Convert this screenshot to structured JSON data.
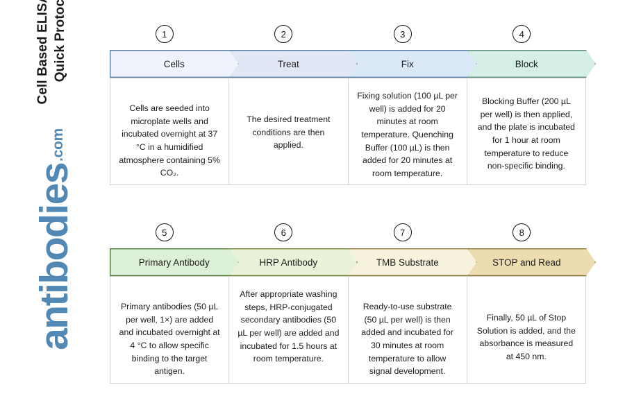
{
  "title": "Cell Based ELISA Kits\nQuick Protocol",
  "logo": {
    "word": "antibodies",
    "suffix": ".com",
    "color": "#5288b4"
  },
  "rows": [
    {
      "id": "row-1",
      "steps": [
        {
          "number": "1",
          "label": "Cells",
          "body": "Cells are seeded into microplate wells and incubated overnight at 37 °C in a humidified atmosphere containing 5% CO₂.",
          "fill": "#f0f4fa",
          "border": "#5a7fa8"
        },
        {
          "number": "2",
          "label": "Treat",
          "body": "The desired treatment conditions are then applied.",
          "fill": "#e2e7f5",
          "border": "#5a7fa8"
        },
        {
          "number": "3",
          "label": "Fix",
          "body": "Fixing solution (100 µL per well) is added for 20 minutes at room temperature. Quenching Buffer (100 µL) is then added for 20 minutes at room temperature.",
          "fill": "#dbe8f7",
          "border": "#5a7fa8"
        },
        {
          "number": "4",
          "label": "Block",
          "body": "Blocking Buffer (200 µL per well) is then applied, and the plate is incubated for 1 hour at room temperature to reduce non-specific binding.",
          "fill": "#d5efe7",
          "border": "#5f8f7a"
        }
      ]
    },
    {
      "id": "row-2",
      "steps": [
        {
          "number": "5",
          "label": "Primary Antibody",
          "body": "Primary antibodies (50 µL per well, 1×) are added and incubated overnight at 4 °C to allow specific binding to the target antigen.",
          "fill": "#ddf0d8",
          "border": "#4f7a35"
        },
        {
          "number": "6",
          "label": "HRP Antibody",
          "body": "After appropriate washing steps, HRP-conjugated secondary antibodies (50 µL per well) are added and incubated for 1.5 hours at room temperature.",
          "fill": "#eaf2d9",
          "border": "#6e7f33"
        },
        {
          "number": "7",
          "label": "TMB Substrate",
          "body": "Ready-to-use substrate (50 µL per well) is then added and incubated for 30 minutes at room temperature to allow signal development.",
          "fill": "#f6f2dc",
          "border": "#8a7433"
        },
        {
          "number": "8",
          "label": "STOP and Read",
          "body": "Finally, 50 µL of Stop Solution is added, and the absorbance is measured at 450 nm.",
          "fill": "#ecdcb0",
          "border": "#8a7433"
        }
      ]
    }
  ]
}
